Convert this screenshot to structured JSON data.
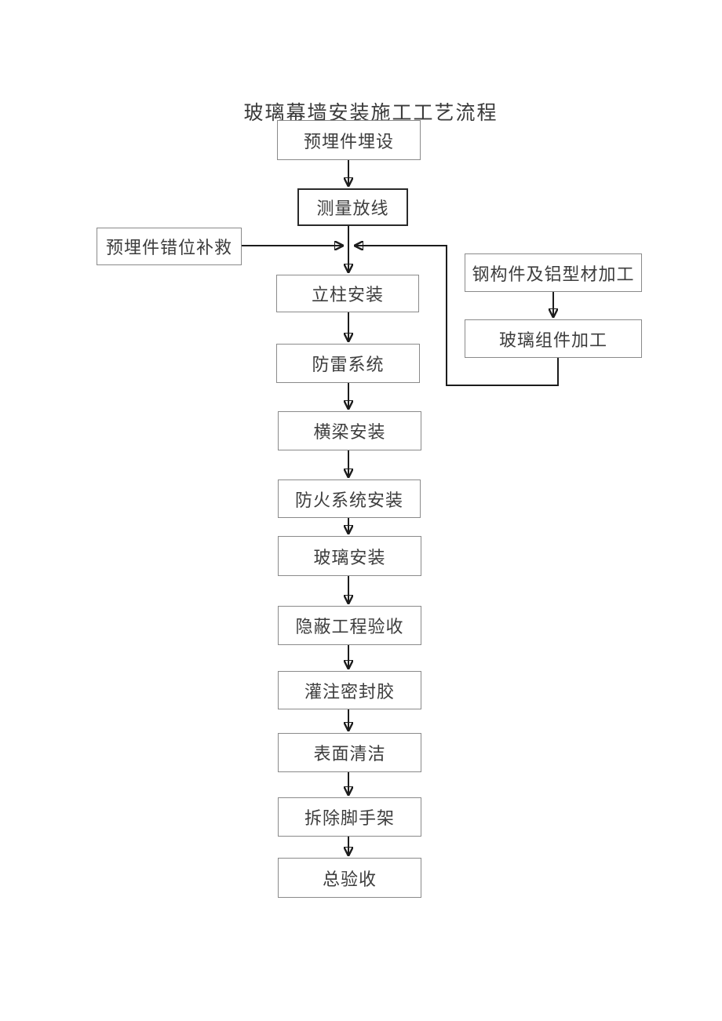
{
  "title": "玻璃幕墙安装施工工艺流程",
  "flowchart": {
    "main_steps": [
      {
        "label": "预埋件埋设"
      },
      {
        "label": "测量放线"
      },
      {
        "label": "立柱安装"
      },
      {
        "label": "防雷系统"
      },
      {
        "label": "横梁安装"
      },
      {
        "label": "防火系统安装"
      },
      {
        "label": "玻璃安装"
      },
      {
        "label": "隐蔽工程验收"
      },
      {
        "label": "灌注密封胶"
      },
      {
        "label": "表面清洁"
      },
      {
        "label": "拆除脚手架"
      },
      {
        "label": "总验收"
      }
    ],
    "left_branch": {
      "label": "预埋件错位补救"
    },
    "right_branch": [
      {
        "label": "钢构件及铝型材加工"
      },
      {
        "label": "玻璃组件加工"
      }
    ],
    "colors": {
      "line": "#1c1c1c",
      "box_border": "#8a8a8a",
      "emphasis_border": "#2a2a2a",
      "text": "#3d3d3d",
      "background": "#ffffff"
    }
  }
}
